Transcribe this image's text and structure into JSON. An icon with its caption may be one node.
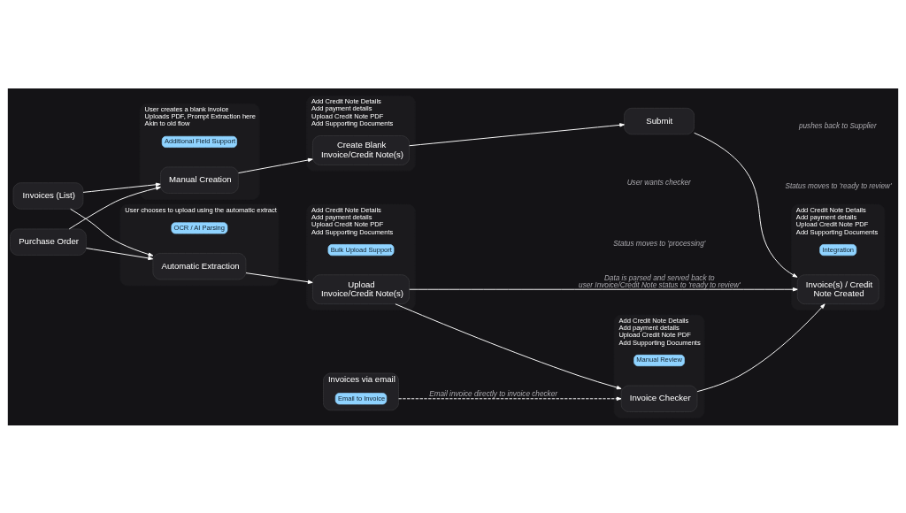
{
  "diagram": {
    "nodes": [
      {
        "text": [
          "Invoices (List)"
        ]
      },
      {
        "text": [
          "Purchase Order"
        ]
      },
      {
        "text": [
          "Invoices via email"
        ]
      },
      {
        "text": [
          "Email to Invoice"
        ],
        "in": 2
      },
      {
        "text": [
          "User creates a blank invoice",
          "Uploads PDF, Prompt Extraction here",
          "Akin to old flow"
        ]
      },
      {
        "text": [
          "Additional Field Support"
        ],
        "in": 4
      },
      {
        "text": [
          "Manual Creation"
        ],
        "in": 4
      },
      {
        "text": [
          "Add Credit Note Details",
          "Add payment details",
          "Upload Credit Note PDF",
          "Add Supporting Documents"
        ]
      },
      {
        "text": [
          "Create Blank Invoice/Credit Note(s)"
        ],
        "in": 7
      },
      {
        "text": [
          "Submit"
        ]
      },
      {
        "text": [
          "User chooses to upload using the automatic extract"
        ]
      },
      {
        "text": [
          "OCR / AI Parsing"
        ],
        "in": 10
      },
      {
        "text": [
          "Automatic Extraction"
        ],
        "in": 10
      },
      {
        "text": [
          "Add Credit Note Details",
          "Add payment details",
          "Upload Credit Note PDF",
          "Add Supporting Documents"
        ]
      },
      {
        "text": [
          "Bulk Upload Support"
        ],
        "in": 13
      },
      {
        "text": [
          "Upload Invoice/Credit Note(s)"
        ],
        "in": 13
      },
      {
        "text": [
          "Add Credit Note Details",
          "Add payment details",
          "Upload Credit Note PDF",
          "Add Supporting Documents"
        ]
      },
      {
        "text": [
          "Integration"
        ],
        "in": 16
      },
      {
        "text": [
          "Invoice(s) / Credit Note Created"
        ],
        "in": 16
      },
      {
        "text": [
          "Add Credit Note Details",
          "Add payment details",
          "Upload Credit Note PDF",
          "Add Supporting Documents"
        ]
      },
      {
        "text": [
          "Manual Review"
        ],
        "in": 19
      },
      {
        "text": [
          "Invoice Checker"
        ],
        "in": 19
      }
    ],
    "edges": [
      {
        "from": 0,
        "to": 6,
        "arrow": "to"
      },
      {
        "from": 0,
        "to": 12,
        "arrow": "to"
      },
      {
        "from": 1,
        "to": 6,
        "arrow": "to"
      },
      {
        "from": 1,
        "to": 12,
        "arrow": "to"
      },
      {
        "from": 6,
        "to": 8,
        "arrow": "to"
      },
      {
        "from": 8,
        "to": 9,
        "arrow": "to"
      },
      {
        "from": 9,
        "to": 18,
        "arrow": "to"
      },
      {
        "from": 12,
        "to": 15,
        "arrow": "to"
      },
      {
        "from": 15,
        "to": 18,
        "arrow": "to",
        "label": "Data is parsed and served back to user Invoice/Credit Note status to 'ready to review'"
      },
      {
        "from": 15,
        "to": 21,
        "arrow": "to"
      },
      {
        "from": 21,
        "to": 18,
        "arrow": "to"
      },
      {
        "from": 2,
        "to": 21,
        "arrow": "to",
        "style": "dashed",
        "label": "Email invoice directly to invoice checker"
      }
    ],
    "labels": [
      "User wants checker",
      "Status moves to 'processing'",
      "pushes back to Supplier",
      "Status moves to 'ready to review'"
    ]
  }
}
